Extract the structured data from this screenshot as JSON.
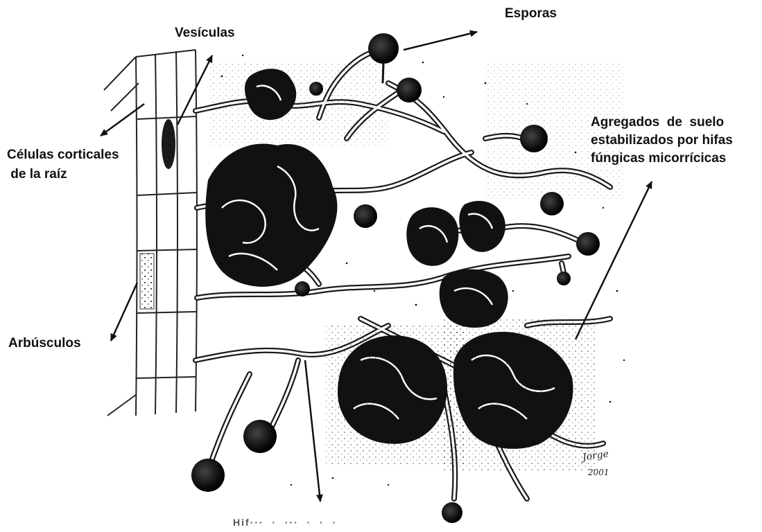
{
  "figure": {
    "labels": {
      "vesiculas": "Vesículas",
      "esporas": "Esporas",
      "celulas": "Células corticales\n de la raíz",
      "agregados": "Agregados  de  suelo\nestabilizados por hifas\nfúngicas micorrícicas",
      "arbusculos": "Arbúsculos",
      "bottom_partial": "Hif···  ·  ···  ·  ·  ·"
    },
    "signature": {
      "name": "Jorge",
      "year": "2001"
    },
    "icons": [
      "spore-icon",
      "arrow-icon",
      "soil-aggregate-icon",
      "hypha-icon",
      "root-cell-icon"
    ],
    "colors": {
      "ink": "#111111",
      "paper": "#ffffff"
    }
  }
}
